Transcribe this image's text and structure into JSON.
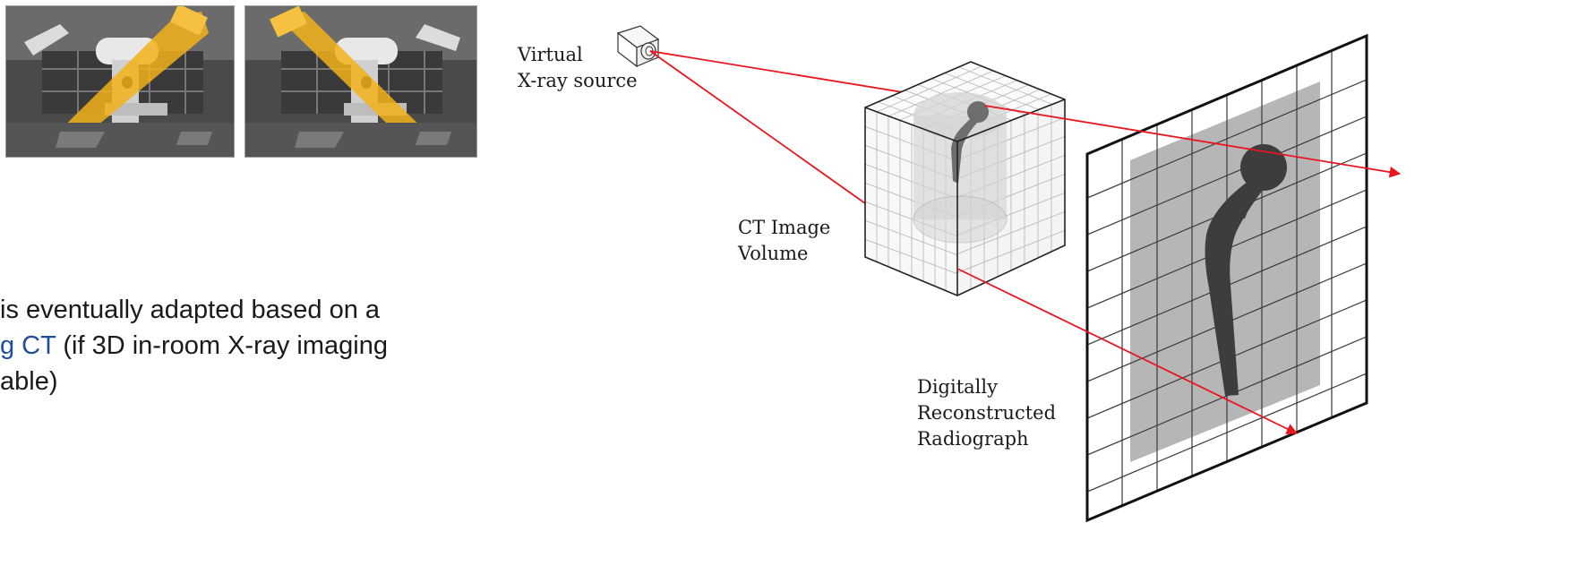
{
  "body_text": {
    "line1": " is eventually adapted based on a",
    "line2_accent": "g CT",
    "line2_rest": " (if 3D in-room X-ray imaging",
    "line3": " able)"
  },
  "diagram": {
    "source_label_1": "Virtual",
    "source_label_2": "X-ray source",
    "volume_label_1": "CT Image",
    "volume_label_2": "Volume",
    "drr_label_1": "Digitally",
    "drr_label_2": "Reconstructed",
    "drr_label_3": "Radiograph",
    "ray_color": "#e8161e",
    "beam_color": "#f2b21a"
  }
}
